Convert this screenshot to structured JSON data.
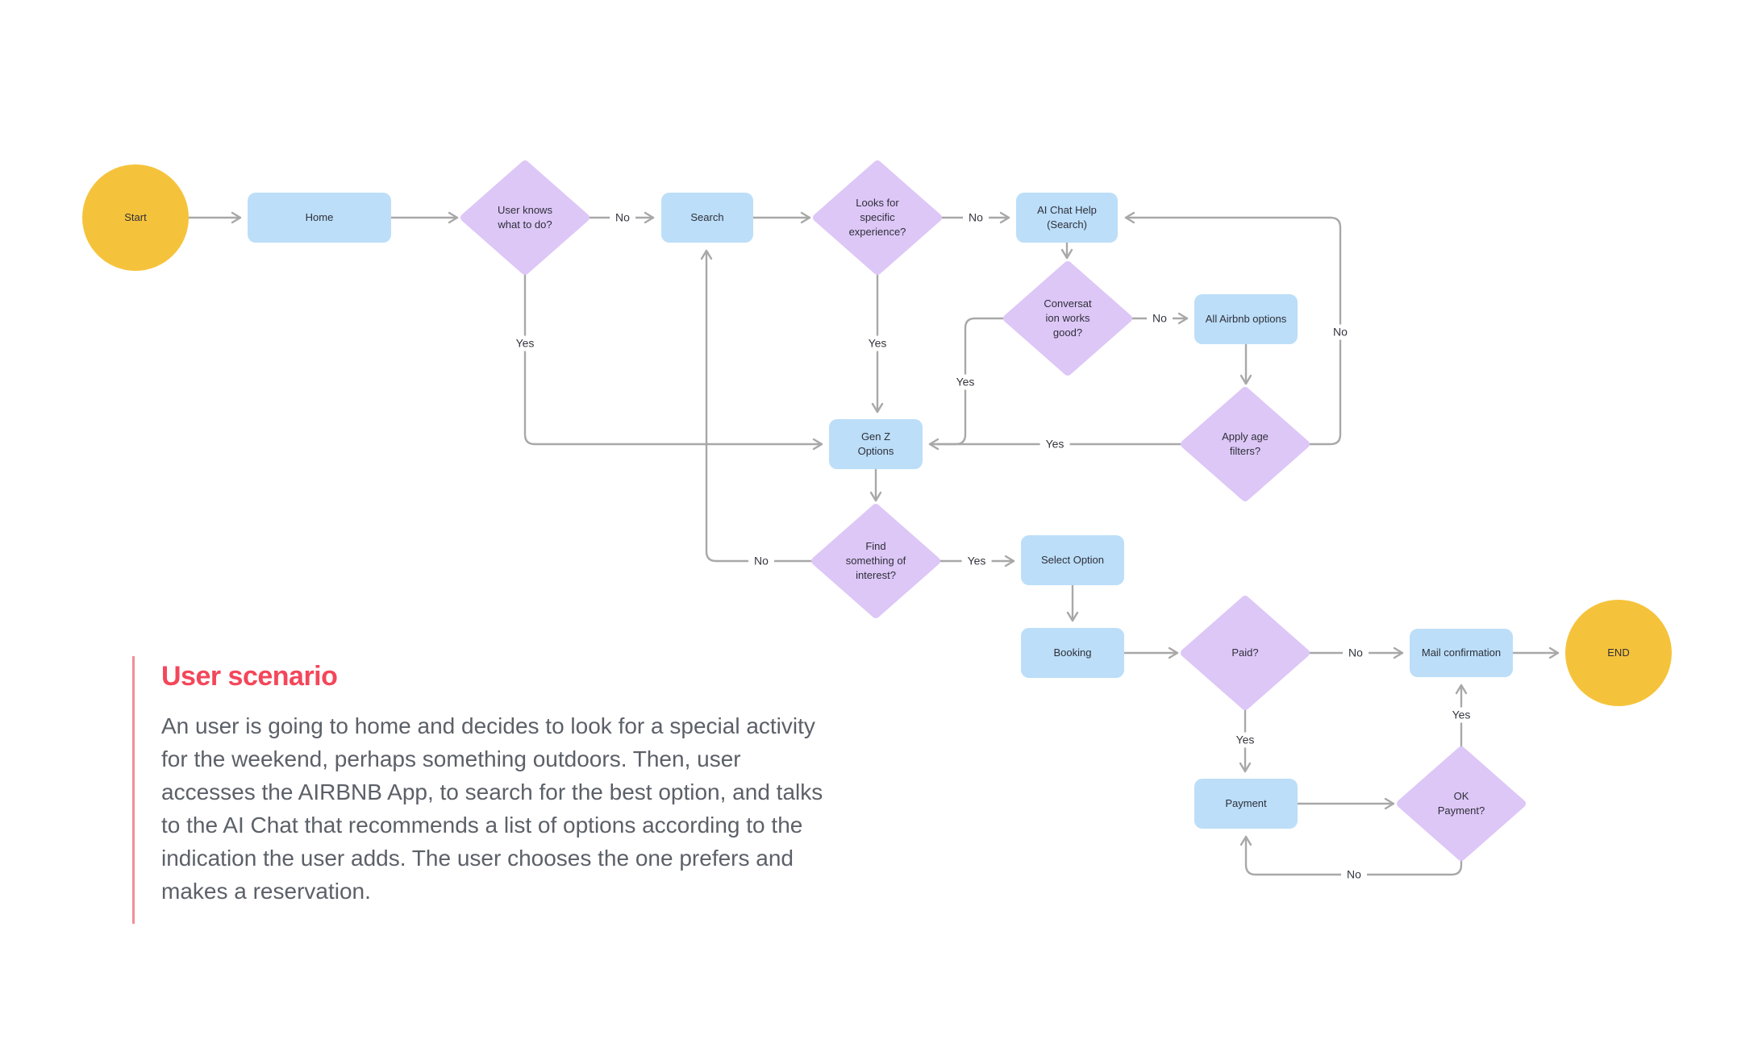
{
  "scenario": {
    "title": "User scenario",
    "lines": [
      "An user is going to home and decides to look for a special activity",
      "for the weekend, perhaps something outdoors. Then, user",
      "accesses the AIRBNB App, to search for the best option, and talks",
      "to the AI Chat that recommends a list of options according to the",
      "indication the user adds. The user chooses the one prefers and",
      "makes a reservation."
    ]
  },
  "nodes": {
    "start": {
      "label": "Start",
      "shape": "circle"
    },
    "home": {
      "label": "Home",
      "shape": "rect"
    },
    "user_knows": {
      "label": "User knows what to do?",
      "shape": "diamond"
    },
    "search": {
      "label": "Search",
      "shape": "rect"
    },
    "looks_specific": {
      "label": "Looks for specific experience?",
      "shape": "diamond"
    },
    "ai_chat_help": {
      "label": "AI Chat Help (Search)",
      "shape": "rect"
    },
    "conversation_works": {
      "label": "Conversat ion works good?",
      "shape": "diamond"
    },
    "all_airbnb_options": {
      "label": "All Airbnb options",
      "shape": "rect"
    },
    "apply_age_filters": {
      "label": "Apply age filters?",
      "shape": "diamond"
    },
    "gen_z_options": {
      "label": "Gen Z Options",
      "shape": "rect"
    },
    "find_interest": {
      "label": "Find something of interest?",
      "shape": "diamond"
    },
    "select_option": {
      "label": "Select Option",
      "shape": "rect"
    },
    "booking": {
      "label": "Booking",
      "shape": "rect"
    },
    "paid": {
      "label": "Paid?",
      "shape": "diamond"
    },
    "mail_confirmation": {
      "label": "Mail confirmation",
      "shape": "rect"
    },
    "end": {
      "label": "END",
      "shape": "circle"
    },
    "payment": {
      "label": "Payment",
      "shape": "rect"
    },
    "ok_payment": {
      "label": "OK Payment?",
      "shape": "diamond"
    }
  },
  "edge_labels": {
    "user_knows_no": "No",
    "user_knows_yes": "Yes",
    "looks_no": "No",
    "looks_yes": "Yes",
    "conversation_no": "No",
    "conversation_yes": "Yes",
    "apply_age_no": "No",
    "apply_age_yes": "Yes",
    "find_no": "No",
    "find_yes": "Yes",
    "paid_no": "No",
    "paid_yes": "Yes",
    "ok_payment_no": "No",
    "ok_payment_yes": "Yes"
  },
  "edges": [
    {
      "from": "start",
      "to": "home",
      "label": ""
    },
    {
      "from": "home",
      "to": "user_knows",
      "label": ""
    },
    {
      "from": "user_knows",
      "to": "search",
      "label": "No"
    },
    {
      "from": "user_knows",
      "to": "gen_z_options",
      "label": "Yes"
    },
    {
      "from": "search",
      "to": "looks_specific",
      "label": ""
    },
    {
      "from": "looks_specific",
      "to": "ai_chat_help",
      "label": "No"
    },
    {
      "from": "looks_specific",
      "to": "gen_z_options",
      "label": "Yes"
    },
    {
      "from": "ai_chat_help",
      "to": "conversation_works",
      "label": ""
    },
    {
      "from": "conversation_works",
      "to": "all_airbnb_options",
      "label": "No"
    },
    {
      "from": "conversation_works",
      "to": "gen_z_options",
      "label": "Yes"
    },
    {
      "from": "all_airbnb_options",
      "to": "apply_age_filters",
      "label": ""
    },
    {
      "from": "apply_age_filters",
      "to": "gen_z_options",
      "label": "Yes"
    },
    {
      "from": "apply_age_filters",
      "to": "ai_chat_help",
      "label": "No"
    },
    {
      "from": "gen_z_options",
      "to": "find_interest",
      "label": ""
    },
    {
      "from": "find_interest",
      "to": "search",
      "label": "No"
    },
    {
      "from": "find_interest",
      "to": "select_option",
      "label": "Yes"
    },
    {
      "from": "select_option",
      "to": "booking",
      "label": ""
    },
    {
      "from": "booking",
      "to": "paid",
      "label": ""
    },
    {
      "from": "paid",
      "to": "mail_confirmation",
      "label": "No"
    },
    {
      "from": "paid",
      "to": "payment",
      "label": "Yes"
    },
    {
      "from": "payment",
      "to": "ok_payment",
      "label": ""
    },
    {
      "from": "ok_payment",
      "to": "mail_confirmation",
      "label": "Yes"
    },
    {
      "from": "ok_payment",
      "to": "payment",
      "label": "No"
    },
    {
      "from": "mail_confirmation",
      "to": "end",
      "label": ""
    }
  ],
  "colors": {
    "terminal_fill": "#F5C33B",
    "process_fill": "#BCDEF8",
    "decision_fill": "#DDC7F6",
    "connector": "#A8A8A8",
    "node_text": "#2E2F3A",
    "title_text": "#F4465A",
    "body_text": "#5C6068",
    "accent_bar": "#F18E98"
  }
}
